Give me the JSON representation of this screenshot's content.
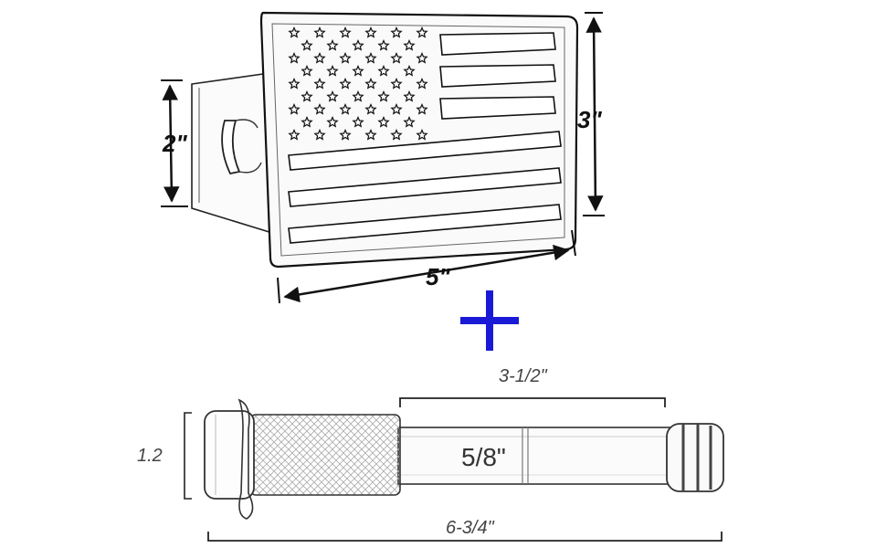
{
  "hitch_cover": {
    "height_label": "3\"",
    "width_label": "5\"",
    "receiver_label": "2\"",
    "star_rows": 9,
    "stars_per_row": 6,
    "short_stripes": 3,
    "long_stripes": 3
  },
  "plus_sign": {
    "color": "#1a1ad6"
  },
  "hitch_pin": {
    "usable_length_label": "3-1/2\"",
    "diameter_label": "5/8\"",
    "head_label": "1.2",
    "total_length_label": "6-3/4\""
  }
}
